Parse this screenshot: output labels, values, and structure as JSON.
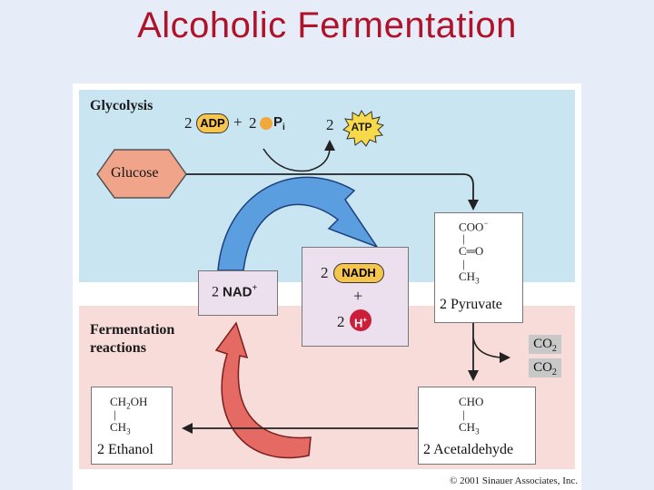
{
  "title": "Alcoholic Fermentation",
  "glycolysis": {
    "title": "Glycolysis",
    "adp_coef": "2",
    "adp": "ADP",
    "plus": "+",
    "pi_coef": "2",
    "pi": "P",
    "pi_sub": "i",
    "atp_coef": "2",
    "atp": "ATP",
    "glucose": "Glucose"
  },
  "cycle": {
    "nad_coef": "2",
    "nad": "NAD",
    "nad_sup": "+",
    "nadh_coef": "2",
    "nadh": "NADH",
    "plus": "+",
    "h_coef": "2",
    "h": "H",
    "h_sup": "+"
  },
  "fermentation": {
    "title_line1": "Fermentation",
    "title_line2": "reactions"
  },
  "pyruvate": {
    "coo": "COO",
    "coo_sup": "−",
    "bond1": "|",
    "c_eq_o": "C═O",
    "bond2": "|",
    "ch3": "CH",
    "ch3_sub": "3",
    "name": "2 Pyruvate"
  },
  "co2": [
    {
      "text": "CO",
      "sub": "2"
    },
    {
      "text": "CO",
      "sub": "2"
    }
  ],
  "acetaldehyde": {
    "cho": "CHO",
    "bond": "|",
    "ch3": "CH",
    "ch3_sub": "3",
    "name": "2 Acetaldehyde"
  },
  "ethanol": {
    "ch2oh_a": "CH",
    "ch2oh_sub": "2",
    "ch2oh_b": "OH",
    "bond": "|",
    "ch3": "CH",
    "ch3_sub": "3",
    "name": "2 Ethanol"
  },
  "copyright": "© 2001 Sinauer Associates, Inc.",
  "colors": {
    "title": "#b0122a",
    "blue_arrow": "#5a9ee0",
    "red_arrow": "#e46a63",
    "pill_fill": "#f7c44d",
    "h_fill": "#cc1e3a",
    "glucose_fill": "#f0a58a"
  }
}
